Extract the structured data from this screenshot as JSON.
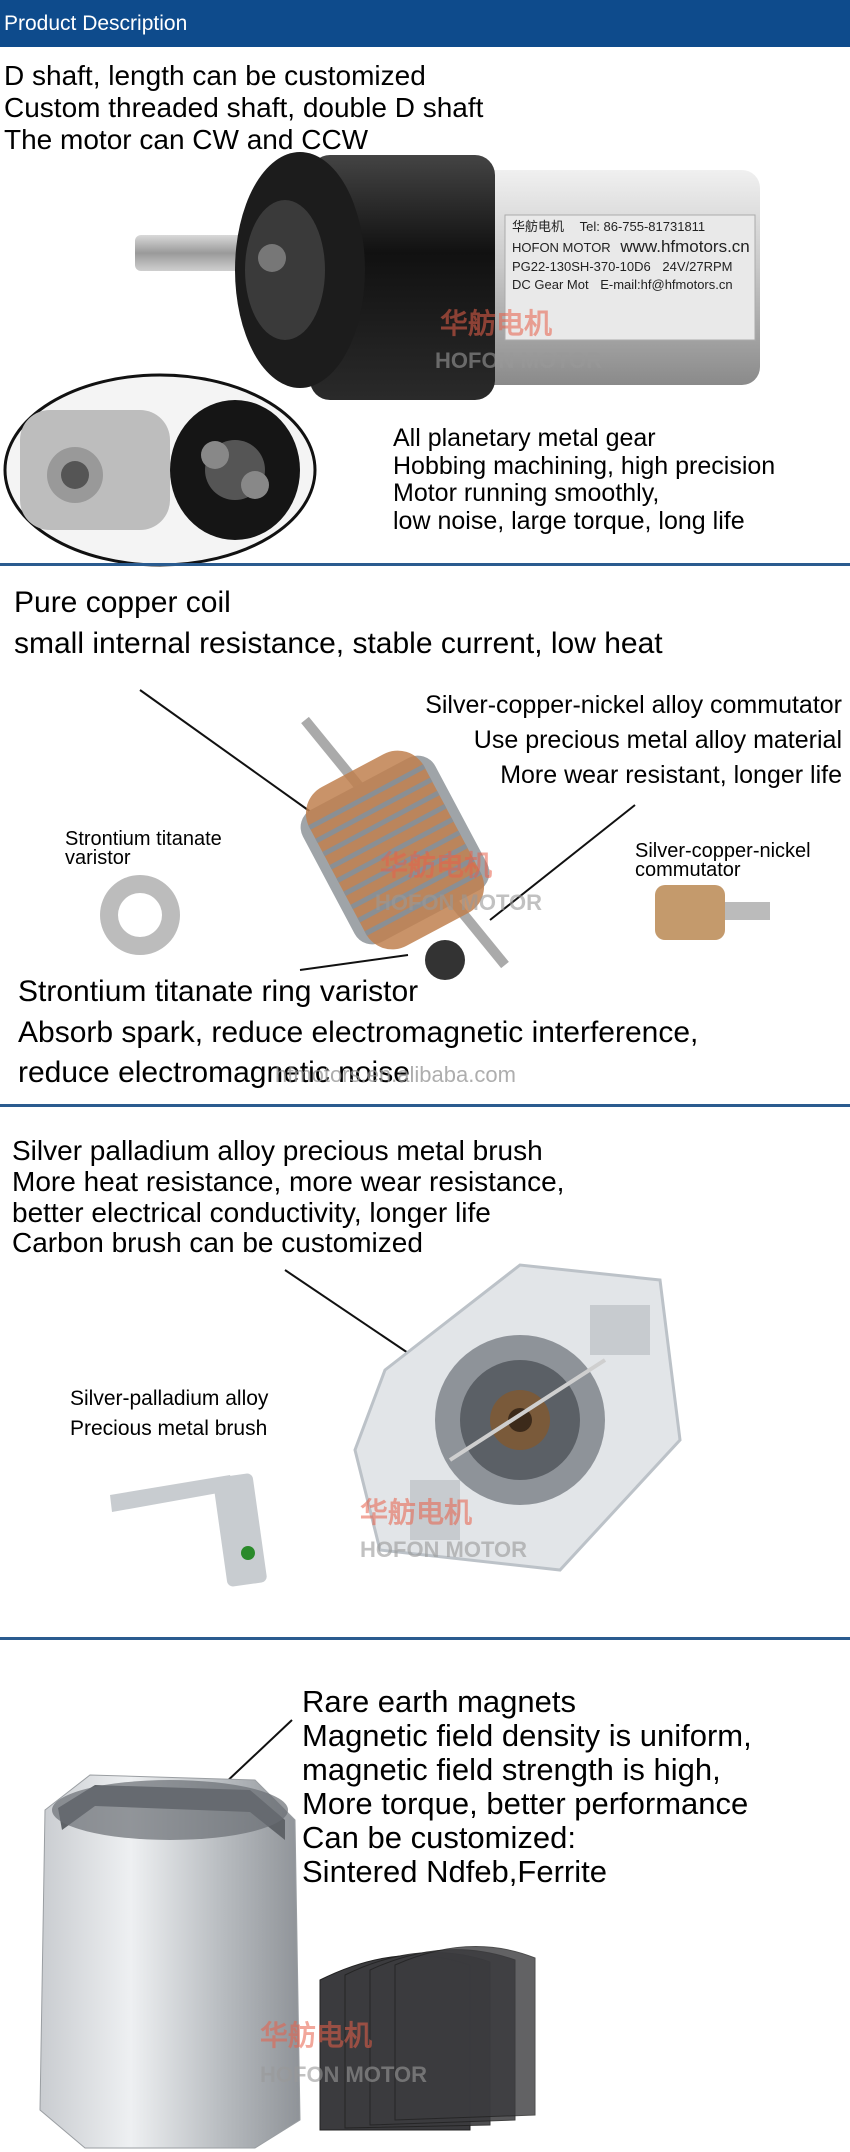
{
  "header": {
    "title": "Product Description"
  },
  "section1": {
    "lines": [
      "D shaft, length can be customized",
      "Custom threaded shaft, double D shaft",
      "The motor can CW and CCW"
    ],
    "label_cn": "华舫电机",
    "label_tel": "Tel: 86-755-81731811",
    "label_brand": "HOFON MOTOR",
    "label_web": "www.hfmotors.cn",
    "label_model": "PG22-130SH-370-10D6",
    "label_spec": "24V/27RPM",
    "label_type": "DC Gear Mot",
    "label_email": "E-mail:hf@hfmotors.cn",
    "features": [
      "All planetary metal gear",
      "Hobbing machining, high precision",
      "Motor running smoothly,",
      "low noise, large torque, long life"
    ],
    "watermark_cn": "华舫电机",
    "watermark_en": "HOFON MOTOR"
  },
  "section2": {
    "title_lines": [
      "Pure copper coil",
      "small internal resistance, stable current, low heat"
    ],
    "commutator_lines": [
      "Silver-copper-nickel alloy commutator",
      "Use precious metal alloy material",
      "More wear resistant, longer life"
    ],
    "varistor_label": [
      "Strontium titanate",
      "varistor"
    ],
    "commutator_label": [
      "Silver-copper-nickel",
      "commutator"
    ],
    "bottom_lines": [
      "Strontium titanate ring varistor",
      "Absorb spark, reduce electromagnetic interference,",
      "reduce electromagnetic noise"
    ],
    "watermark_cn": "华舫电机",
    "watermark_en": "HOFON MOTOR",
    "site_watermark": "hfmotors.en.alibaba.com"
  },
  "section3": {
    "lines": [
      "Silver palladium alloy precious metal brush",
      "More heat resistance, more wear resistance,",
      "better electrical conductivity, longer life",
      "Carbon brush can be customized"
    ],
    "brush_label": [
      "Silver-palladium alloy",
      "Precious metal brush"
    ],
    "watermark_cn": "华舫电机",
    "watermark_en": "HOFON MOTOR"
  },
  "section4": {
    "lines": [
      "Rare earth magnets",
      "Magnetic field density is uniform,",
      "magnetic field strength is high,",
      "More torque, better performance",
      "Can be customized:",
      "Sintered Ndfeb,Ferrite"
    ],
    "watermark_cn": "华舫电机",
    "watermark_en": "HOFON MOTOR"
  },
  "colors": {
    "header_bg": "#0e4b8c",
    "rule": "#2a5b8f",
    "watermark": "#e8604a"
  }
}
